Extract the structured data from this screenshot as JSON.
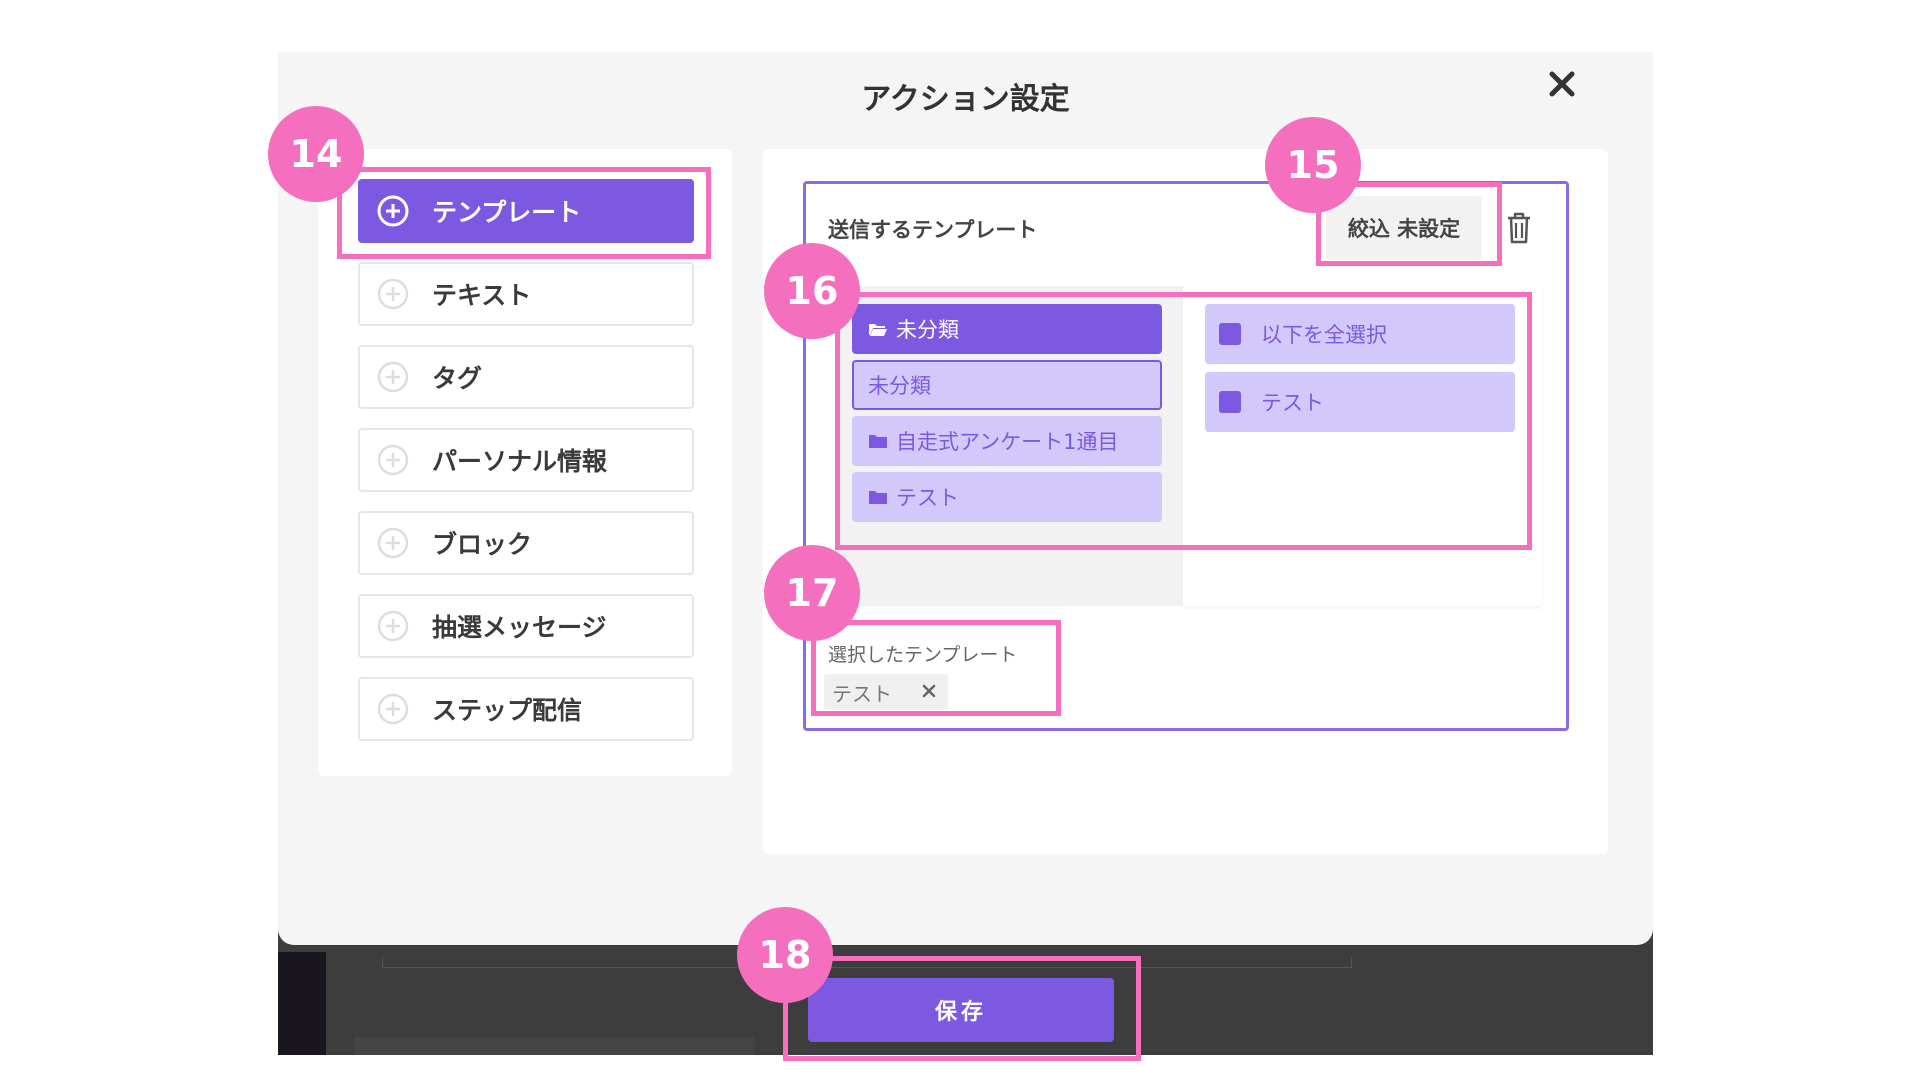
{
  "modal": {
    "title": "アクション設定",
    "close_icon": "close-icon"
  },
  "sidebar": {
    "items": [
      {
        "label": "テンプレート",
        "icon": "plus-circle-icon",
        "active": true
      },
      {
        "label": "テキスト",
        "icon": "plus-circle-icon",
        "active": false
      },
      {
        "label": "タグ",
        "icon": "plus-circle-icon",
        "active": false
      },
      {
        "label": "パーソナル情報",
        "icon": "plus-circle-icon",
        "active": false
      },
      {
        "label": "ブロック",
        "icon": "plus-circle-icon",
        "active": false
      },
      {
        "label": "抽選メッセージ",
        "icon": "plus-circle-icon",
        "active": false
      },
      {
        "label": "ステップ配信",
        "icon": "plus-circle-icon",
        "active": false
      }
    ]
  },
  "action": {
    "label": "送信するテンプレート",
    "filter_label": "絞込 未設定",
    "delete_icon": "trash-icon",
    "folders": [
      {
        "label": "未分類",
        "icon": "folder-open-icon",
        "state": "selected"
      },
      {
        "label": "未分類",
        "icon": "",
        "state": "outlined"
      },
      {
        "label": "自走式アンケート1通目",
        "icon": "folder-icon",
        "state": "normal"
      },
      {
        "label": "テスト",
        "icon": "folder-icon",
        "state": "normal"
      }
    ],
    "templates": [
      {
        "label": "以下を全選択"
      },
      {
        "label": "テスト"
      }
    ],
    "selected_label": "選択したテンプレート",
    "selected_chips": [
      {
        "label": "テスト"
      }
    ]
  },
  "footer": {
    "save_label": "保存"
  },
  "annotations": [
    "14",
    "15",
    "16",
    "17",
    "18"
  ],
  "colors": {
    "accent": "#7c59e0",
    "accent_light": "#d3c8fa",
    "annotation": "#f56fbf",
    "backdrop": "#3d3d3d"
  }
}
